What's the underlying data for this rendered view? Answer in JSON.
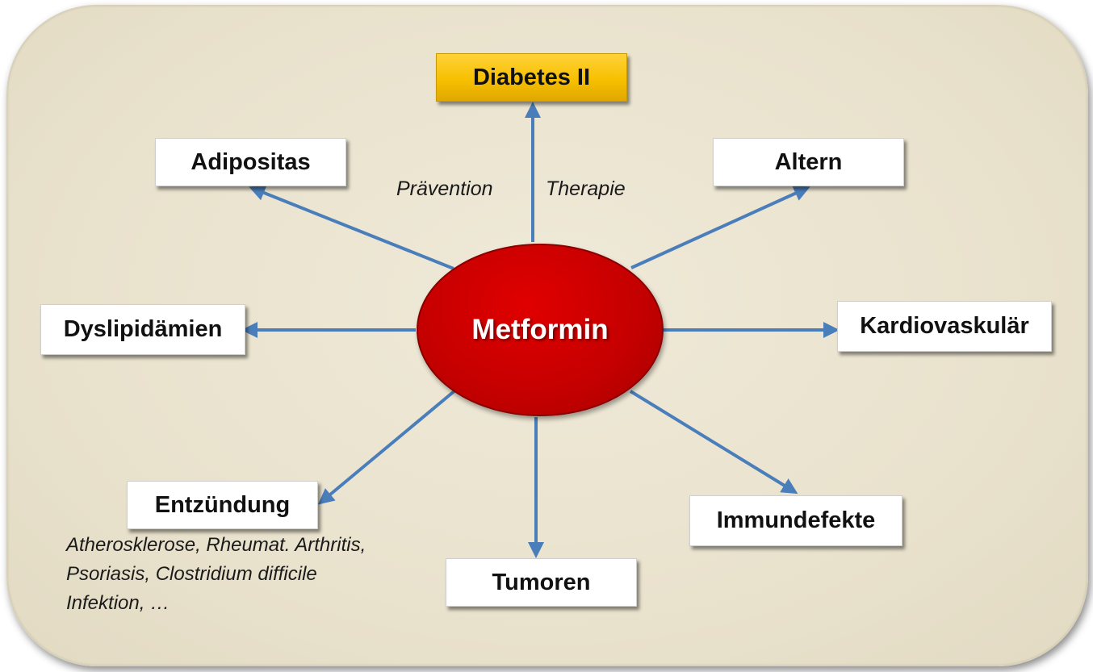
{
  "center": {
    "label": "Metformin"
  },
  "nodes": {
    "diabetes": "Diabetes II",
    "adipositas": "Adipositas",
    "altern": "Altern",
    "dyslipidaemien": "Dyslipidämien",
    "kardiovaskulaer": "Kardiovaskulär",
    "entzuendung": "Entzündung",
    "immundefekte": "Immundefekte",
    "tumoren": "Tumoren"
  },
  "labels": {
    "praevention": "Prävention",
    "therapie": "Therapie"
  },
  "entzuendung_note": "Atherosklerose, Rheumat. Arthritis, Psoriasis, Clostridium difficile Infektion,  …",
  "colors": {
    "arrow": "#4a7ebb",
    "center_fill": "#c40000",
    "primary_fill": "#f7c000",
    "panel": "#ebe5d0"
  }
}
